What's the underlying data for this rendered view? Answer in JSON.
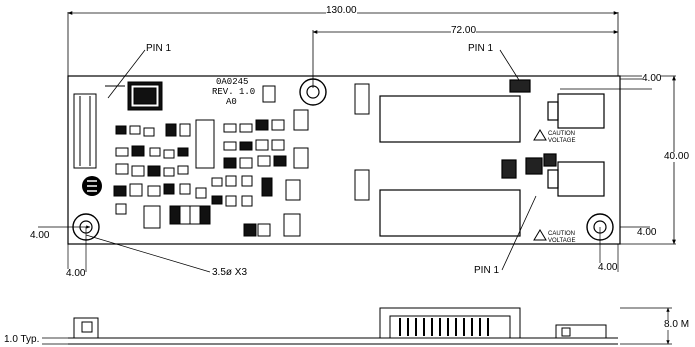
{
  "dimensions": {
    "overall_length": "130.00",
    "mount_hole_offset": "72.00",
    "overall_width": "40.00",
    "edge_right_top": "4.00",
    "edge_right_bottom": "4.00",
    "edge_right_bottom_vertical": "4.00",
    "edge_left_horizontal": "4.00",
    "edge_left_vertical": "4.00",
    "hole_spec": "3.5ø X3",
    "side_height": "8.0",
    "side_height_unit": "M",
    "board_thickness": "1.0 Typ."
  },
  "callouts": {
    "pin1_left": "PIN 1",
    "pin1_top_right": "PIN 1",
    "pin1_bottom_right": "PIN 1"
  },
  "silkscreen": {
    "part_number": "0A0245",
    "revision": "REV. 1.0",
    "rev_suffix": "A0",
    "caution_top": "CAUTION",
    "caution_top_sub": "VOLTAGE",
    "caution_bottom": "CAUTION",
    "caution_bottom_sub": "VOLTAGE"
  }
}
